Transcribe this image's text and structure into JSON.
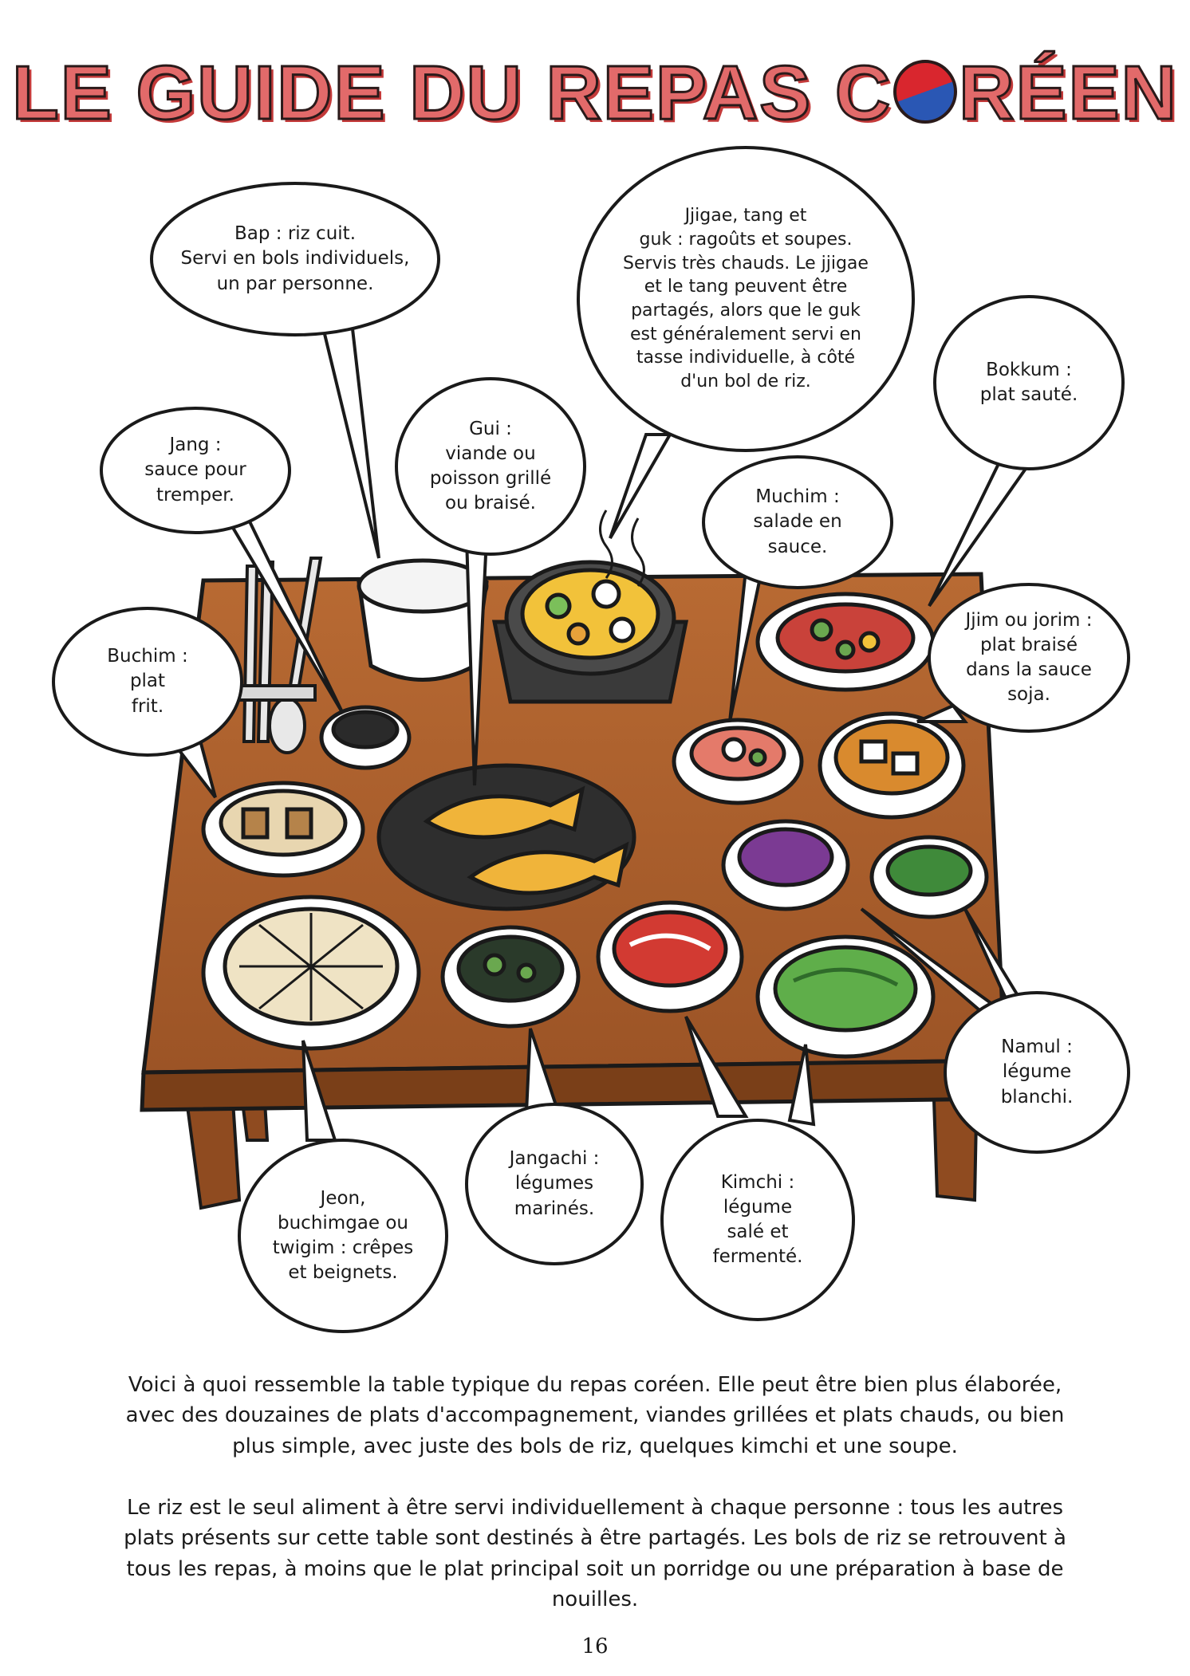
{
  "title": {
    "prefix": "LE GUIDE DU REPAS C",
    "suffix": "RÉEN",
    "emblem_icon": "taeguk-yin-yang-icon"
  },
  "colors": {
    "title_fill": "#e26a6a",
    "table": "#a95f2e",
    "table_dark": "#7a3f18",
    "ink": "#1a1a1a"
  },
  "bubbles": {
    "bap": "Bap : riz cuit.\nServi en bols individuels,\nun par personne.",
    "jjigae": "Jjigae, tang et\nguk : ragoûts et soupes.\nServis très chauds. Le jjigae\net le tang peuvent être\npartagés, alors que le guk\nest généralement servi en\ntasse individuelle, à côté\nd'un bol de riz.",
    "bokkum": "Bokkum :\nplat sauté.",
    "jang": "Jang :\nsauce pour\ntremper.",
    "gui": "Gui :\nviande ou\npoisson grillé\nou braisé.",
    "muchim": "Muchim :\nsalade en\nsauce.",
    "buchim": "Buchim :\nplat\nfrit.",
    "jjim": "Jjim ou jorim :\nplat braisé\ndans la sauce\nsoja.",
    "namul": "Namul :\nlégume\nblanchi.",
    "jeon": "Jeon,\nbuchimgae ou\ntwigim : crêpes\net beignets.",
    "jangachi": "Jangachi :\nlégumes\nmarinés.",
    "kimchi": "Kimchi :\nlégume\nsalé et\nfermenté."
  },
  "paragraphs": [
    "Voici à quoi ressemble la table typique du repas coréen. Elle peut être bien plus élaborée, avec des douzaines de plats d'accompagnement, viandes grillées et plats chauds, ou bien plus simple, avec juste des bols de riz, quelques kimchi et une soupe.",
    "Le riz est le seul aliment à être servi individuellement à chaque personne : tous les autres plats présents sur cette table sont destinés à être partagés. Les bols de riz se retrouvent à tous les repas, à moins que le plat principal soit un porridge ou une préparation à base de nouilles."
  ],
  "page_number": "16"
}
